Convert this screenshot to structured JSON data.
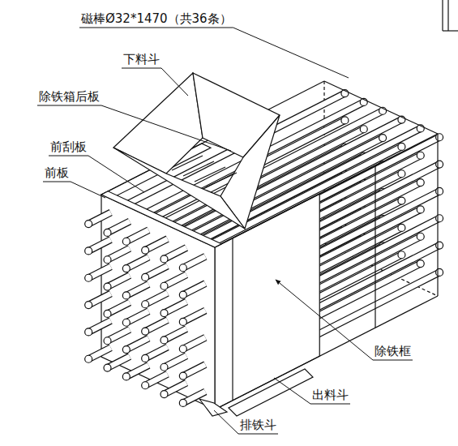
{
  "diagram": {
    "labels": [
      "磁棒Ø32*1470（共36条）",
      "下料斗",
      "除铁箱后板",
      "前刮板",
      "前板",
      "除铁框",
      "出料斗",
      "排铁斗"
    ]
  }
}
